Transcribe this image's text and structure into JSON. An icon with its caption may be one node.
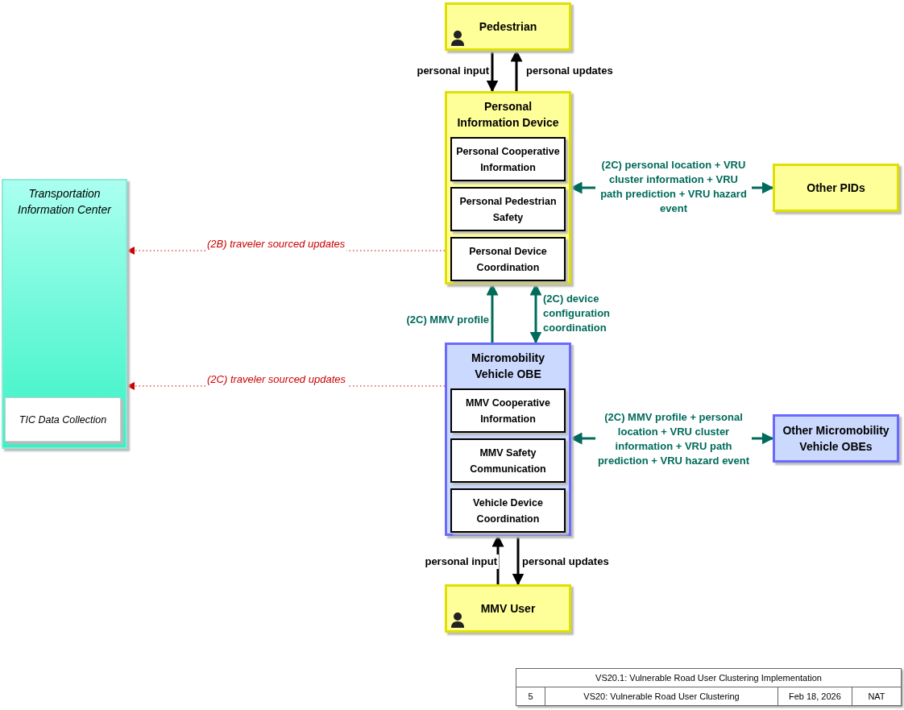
{
  "diagram": {
    "nodes": [
      {
        "text": [
          "Pedestrian"
        ]
      },
      {
        "text": [
          "Personal Information Device"
        ]
      },
      {
        "text": [
          "Personal Cooperative Information"
        ],
        "in": 1
      },
      {
        "text": [
          "Personal Pedestrian Safety"
        ],
        "in": 1
      },
      {
        "text": [
          "Personal Device Coordination"
        ],
        "in": 1
      },
      {
        "text": [
          "Other PIDs"
        ]
      },
      {
        "text": [
          "Transportation Information Center"
        ]
      },
      {
        "text": [
          "TIC Data Collection"
        ],
        "in": 6
      },
      {
        "text": [
          "Micromobility Vehicle OBE"
        ]
      },
      {
        "text": [
          "MMV Cooperative Information"
        ],
        "in": 8
      },
      {
        "text": [
          "MMV Safety Communication"
        ],
        "in": 8
      },
      {
        "text": [
          "Vehicle Device Coordination"
        ],
        "in": 8
      },
      {
        "text": [
          "Other Micromobility Vehicle OBEs"
        ]
      },
      {
        "text": [
          "MMV User"
        ]
      }
    ],
    "edges": [
      {
        "from": 0,
        "to": 1,
        "arrow": "to",
        "label": "personal input"
      },
      {
        "from": 1,
        "to": 0,
        "arrow": "to",
        "label": "personal updates"
      },
      {
        "from": 1,
        "to": 5,
        "arrow": "both",
        "label": "(2C) personal location + VRU cluster information + VRU path prediction + VRU hazard event",
        "color": "#006b5b"
      },
      {
        "from": 1,
        "to": 6,
        "arrow": "to",
        "label": "(2B) traveler sourced updates",
        "style": "dashed",
        "color": "#cc0000"
      },
      {
        "from": 8,
        "to": 1,
        "arrow": "to",
        "label": "(2C) MMV profile",
        "color": "#006b5b"
      },
      {
        "from": 8,
        "to": 1,
        "arrow": "both",
        "label": "(2C) device configuration coordination",
        "color": "#006b5b"
      },
      {
        "from": 8,
        "to": 6,
        "arrow": "to",
        "label": "(2C) traveler sourced updates",
        "style": "dashed",
        "color": "#cc0000"
      },
      {
        "from": 8,
        "to": 12,
        "arrow": "both",
        "label": "(2C) MMV profile + personal location + VRU cluster information + VRU path prediction + VRU hazard event",
        "color": "#006b5b"
      },
      {
        "from": 13,
        "to": 8,
        "arrow": "to",
        "label": "personal input"
      },
      {
        "from": 8,
        "to": 13,
        "arrow": "to",
        "label": "personal updates"
      }
    ],
    "labels": [
      "VS20.1: Vulnerable Road User Clustering Implementation",
      "5",
      "VS20: Vulnerable Road User Clustering",
      "Feb 18, 2026",
      "NAT"
    ]
  }
}
